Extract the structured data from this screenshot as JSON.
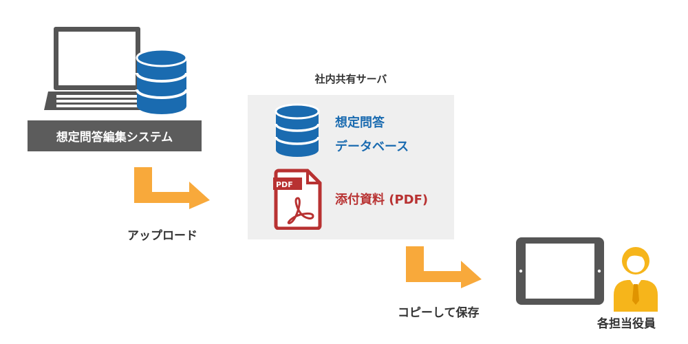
{
  "system": {
    "label": "想定問答編集システム"
  },
  "server": {
    "title": "社内共有サーバ",
    "db_line1": "想定問答",
    "db_line2": "データベース",
    "pdf_label": "添付資料 (PDF)",
    "pdf_badge": "PDF"
  },
  "steps": {
    "upload": "アップロード",
    "copy_save": "コピーして保存"
  },
  "officer": {
    "label": "各担当役員"
  },
  "colors": {
    "db_blue": "#1a6bb0",
    "pdf_red": "#b83232",
    "arrow": "#f8a93b",
    "device_dark": "#555555",
    "person_yellow": "#f6b51b",
    "server_bg": "#efefef"
  }
}
